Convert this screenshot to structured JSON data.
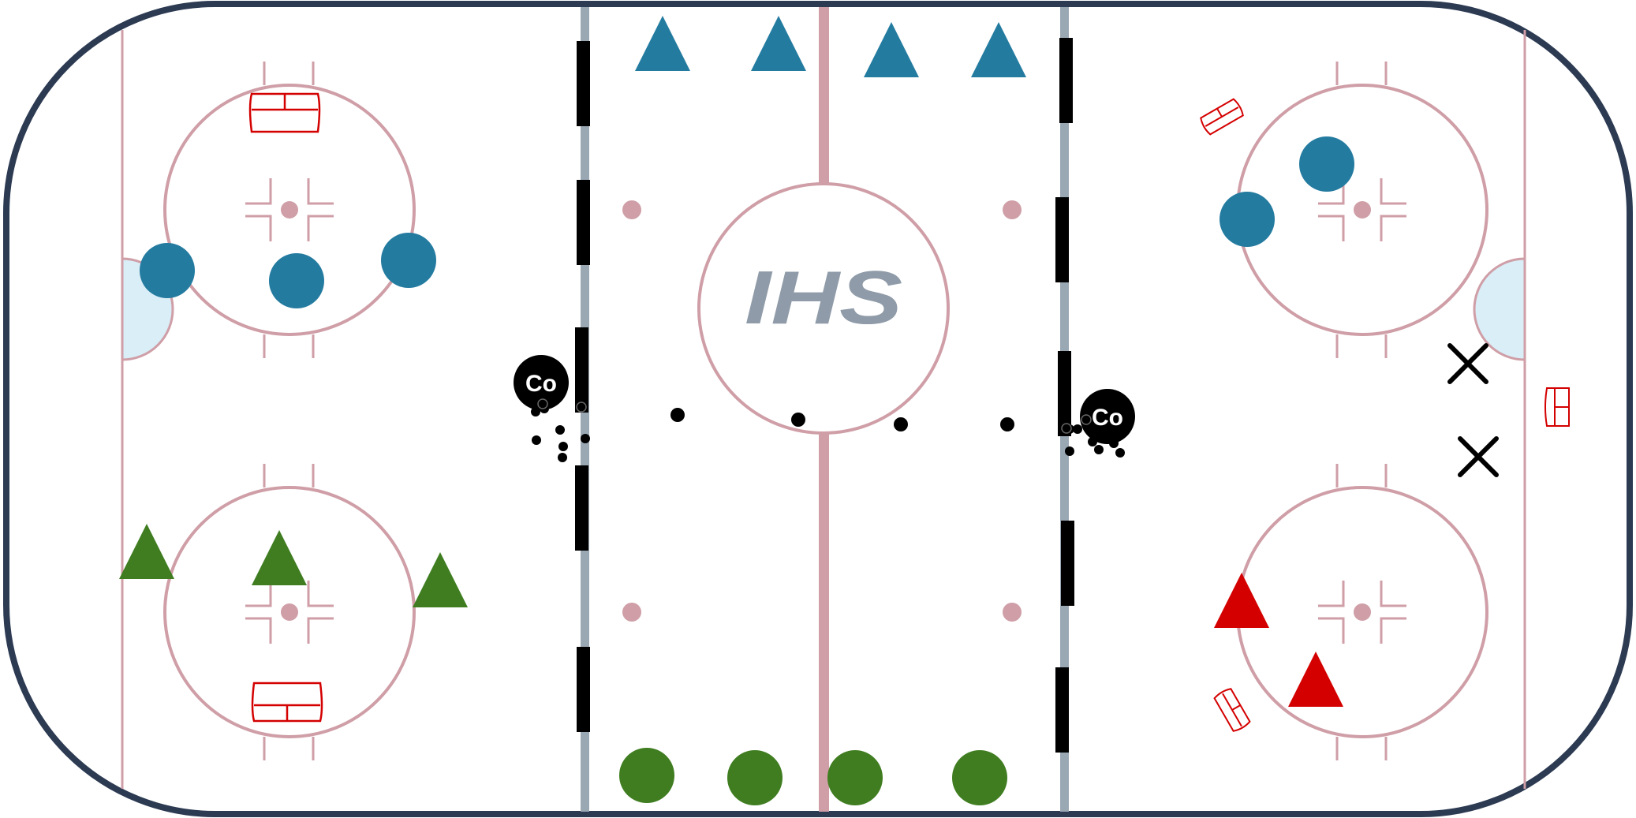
{
  "rink": {
    "logo_text": "IHS",
    "colors": {
      "board": "#2c3a52",
      "ice": "#ffffff",
      "line": "#cf9ea7",
      "blue_line": "#9aa8b4",
      "crease": "#d9eef7",
      "logo": "#8f9ba8",
      "net": "#d40000"
    }
  },
  "players": {
    "blue_color": "#247ba0",
    "green_color": "#3f7d20",
    "red_color": "#d40000",
    "coach_label": "Co",
    "coaches": [
      {
        "name": "coach-left",
        "label": "Co"
      },
      {
        "name": "coach-right",
        "label": "Co"
      }
    ],
    "markers": [
      {
        "name": "blue-circle-player",
        "shape": "circle",
        "color": "blue"
      },
      {
        "name": "green-triangle-player",
        "shape": "triangle",
        "color": "green"
      },
      {
        "name": "red-triangle-player",
        "shape": "triangle",
        "color": "red"
      },
      {
        "name": "x-marker",
        "shape": "x",
        "color": "black"
      },
      {
        "name": "puck",
        "shape": "dot",
        "color": "black"
      },
      {
        "name": "cone",
        "shape": "bar",
        "color": "black"
      }
    ]
  }
}
